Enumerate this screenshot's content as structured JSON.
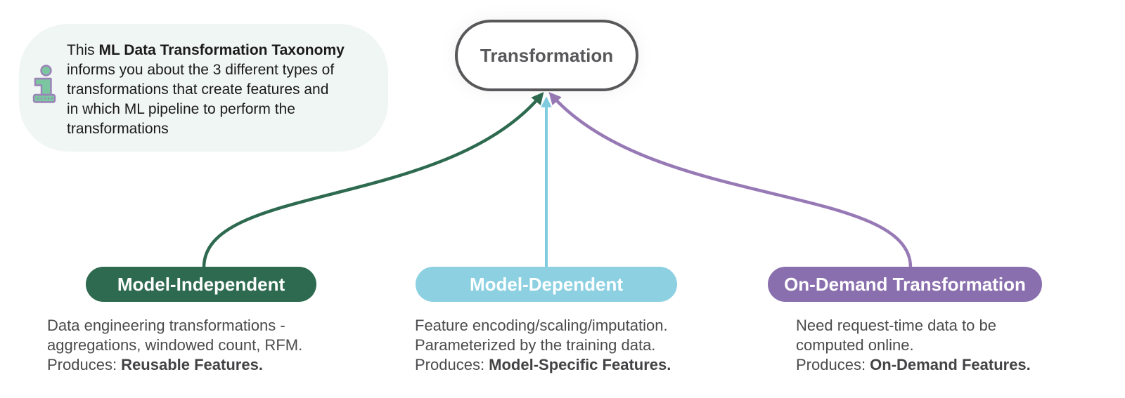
{
  "info_box": {
    "icon": "info-icon",
    "bg_color": "#f0f6f3",
    "line1_prefix": "This ",
    "line1_bold": "ML Data Transformation Taxonomy",
    "lines": [
      "informs you about the 3 different types of",
      "transformations that create features and",
      "in which ML pipeline to perform the",
      "transformations"
    ]
  },
  "root_node": {
    "label": "Transformation",
    "border_color": "#58585b",
    "text_color": "#58585b"
  },
  "branches": [
    {
      "id": "model-independent",
      "label": "Model-Independent",
      "color": "#2d6a4f",
      "desc_lines": [
        "Data engineering transformations -",
        "aggregations, windowed count, RFM."
      ],
      "produces_prefix": "Produces: ",
      "produces_bold": "Reusable Features",
      "produces_suffix": "."
    },
    {
      "id": "model-dependent",
      "label": "Model-Dependent",
      "color": "#8cd0e2",
      "desc_lines": [
        "Feature encoding/scaling/imputation.",
        "Parameterized by the training data."
      ],
      "produces_prefix": "Produces: ",
      "produces_bold": "Model-Specific Features",
      "produces_suffix": "."
    },
    {
      "id": "on-demand-transformation",
      "label": "On-Demand Transformation",
      "color": "#8a6fae",
      "desc_lines": [
        "Need request-time data to be",
        "computed online."
      ],
      "produces_prefix": "Produces: ",
      "produces_bold": "On-Demand Features",
      "produces_suffix": "."
    }
  ],
  "edges": [
    {
      "from": "model-independent",
      "to": "transformation",
      "color": "#2d6a4f"
    },
    {
      "from": "model-dependent",
      "to": "transformation",
      "color": "#7fcbdf"
    },
    {
      "from": "on-demand-transformation",
      "to": "transformation",
      "color": "#9779b5"
    }
  ]
}
